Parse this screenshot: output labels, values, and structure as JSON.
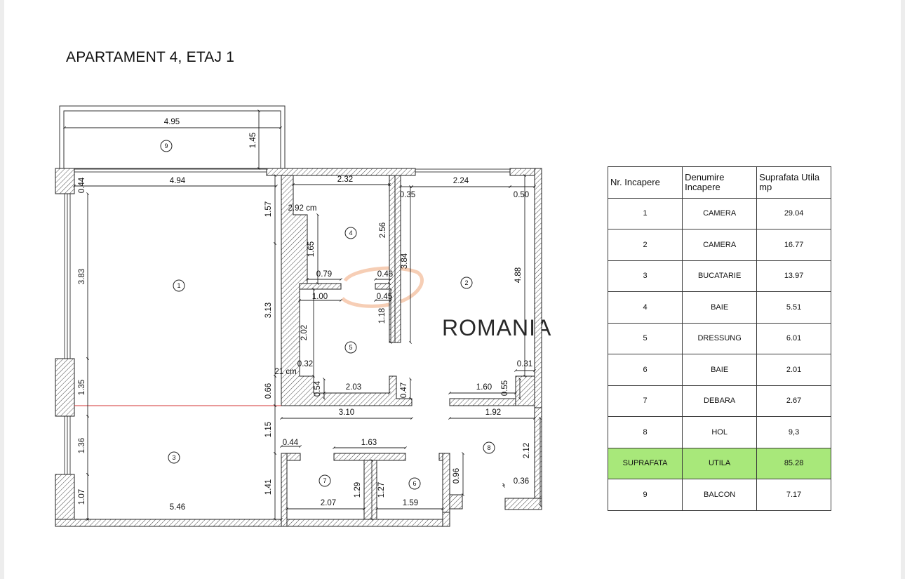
{
  "title": "APARTAMENT 4, ETAJ 1",
  "watermark": "ROMANIA",
  "room_markers": [
    "1",
    "2",
    "3",
    "4",
    "5",
    "6",
    "7",
    "8",
    "9"
  ],
  "dimensions": {
    "balcony_width": "4.95",
    "balcony_depth": "1.45",
    "r1_width": "4.94",
    "wall_044": "0.44",
    "r1_height": "3.83",
    "left_135": "1.35",
    "left_136": "1.36",
    "left_107": "1.07",
    "r3_width": "5.46",
    "d157": "1.57",
    "d313": "3.13",
    "d066": "0.66",
    "d115": "1.15",
    "d141": "1.41",
    "r4_width": "2.32",
    "d292": "2.92 cm",
    "d256": "2.56",
    "d165": "1.65",
    "d079": "0.79",
    "d046": "0.46",
    "d100": "1.00",
    "d045": "0.45",
    "d118": "1.18",
    "d202": "2.02",
    "d032": "0.32",
    "d21cm": "21 cm",
    "d054": "0.54",
    "d203": "2.03",
    "d047": "0.47",
    "d310": "3.10",
    "d044b": "0.44",
    "d163": "1.63",
    "d129": "1.29",
    "d127": "1.27",
    "d207": "2.07",
    "d159": "1.59",
    "d096": "0.96",
    "r2_width": "2.24",
    "d035": "0.35",
    "d384": "3.84",
    "d050": "0.50",
    "d488": "4.88",
    "d031": "0.31",
    "d160": "1.60",
    "d055": "0.55",
    "d192": "1.92",
    "d212": "2.12",
    "d036": "0.36"
  },
  "table": {
    "headers": [
      "Nr. Incapere",
      "Denumire Incapere",
      "Suprafata Utila mp"
    ],
    "rows": [
      {
        "nr": "1",
        "name": "CAMERA",
        "area": "29.04"
      },
      {
        "nr": "2",
        "name": "CAMERA",
        "area": "16.77"
      },
      {
        "nr": "3",
        "name": "BUCATARIE",
        "area": "13.97"
      },
      {
        "nr": "4",
        "name": "BAIE",
        "area": "5.51"
      },
      {
        "nr": "5",
        "name": "DRESSUNG",
        "area": "6.01"
      },
      {
        "nr": "6",
        "name": "BAIE",
        "area": "2.01"
      },
      {
        "nr": "7",
        "name": "DEBARA",
        "area": "2.67"
      },
      {
        "nr": "8",
        "name": "HOL",
        "area": "9,3"
      },
      {
        "nr": "SUPRAFATA",
        "name": "UTILA",
        "area": "85.28"
      },
      {
        "nr": "9",
        "name": "BALCON",
        "area": "7.17"
      }
    ],
    "highlight_color": "#a8e87a"
  },
  "colors": {
    "wall_line": "#222222",
    "hatch": "#333333",
    "watermark": "#f6c9ae",
    "divider_line": "#d33333"
  }
}
